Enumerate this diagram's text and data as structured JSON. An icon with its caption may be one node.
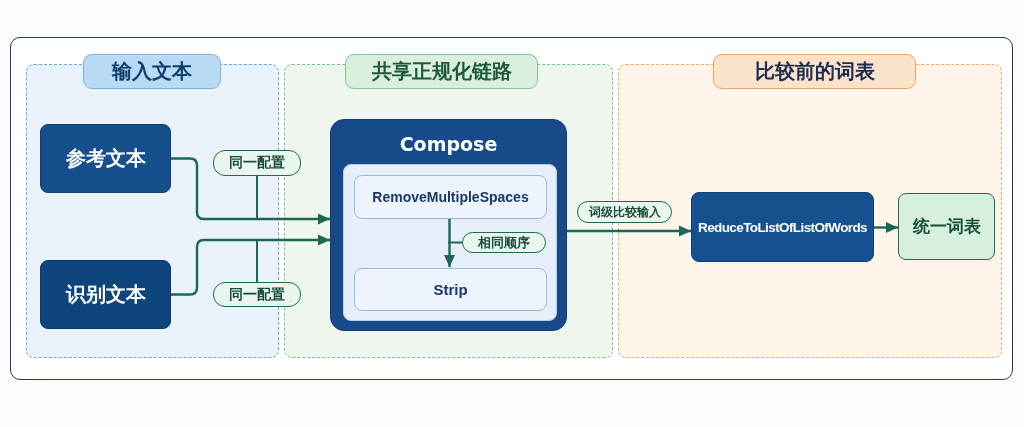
{
  "diagram": {
    "nodes": [
      {
        "text": [
          "输入文本"
        ]
      },
      {
        "text": [
          "参考文本"
        ],
        "in": 0
      },
      {
        "text": [
          "识别文本"
        ],
        "in": 0
      },
      {
        "text": [
          "共享正规化链路"
        ]
      },
      {
        "text": [
          "Compose"
        ],
        "in": 3
      },
      {
        "text": [
          "RemoveMultipleSpaces"
        ],
        "in": 4
      },
      {
        "text": [
          "Strip"
        ],
        "in": 4
      },
      {
        "text": [
          "比较前的词表"
        ]
      },
      {
        "text": [
          "ReduceToListOfListOfWords"
        ],
        "in": 7
      },
      {
        "text": [
          "统一词表"
        ],
        "in": 7
      }
    ],
    "edges": [
      {
        "from": 1,
        "to": 4,
        "arrow": "to",
        "label": "同一配置"
      },
      {
        "from": 2,
        "to": 4,
        "arrow": "to",
        "label": "同一配置"
      },
      {
        "from": 5,
        "to": 6,
        "arrow": "to",
        "label": "相同顺序"
      },
      {
        "from": 4,
        "to": 8,
        "arrow": "to",
        "label": "词级比较输入"
      },
      {
        "from": 8,
        "to": 9,
        "arrow": "to"
      }
    ]
  }
}
